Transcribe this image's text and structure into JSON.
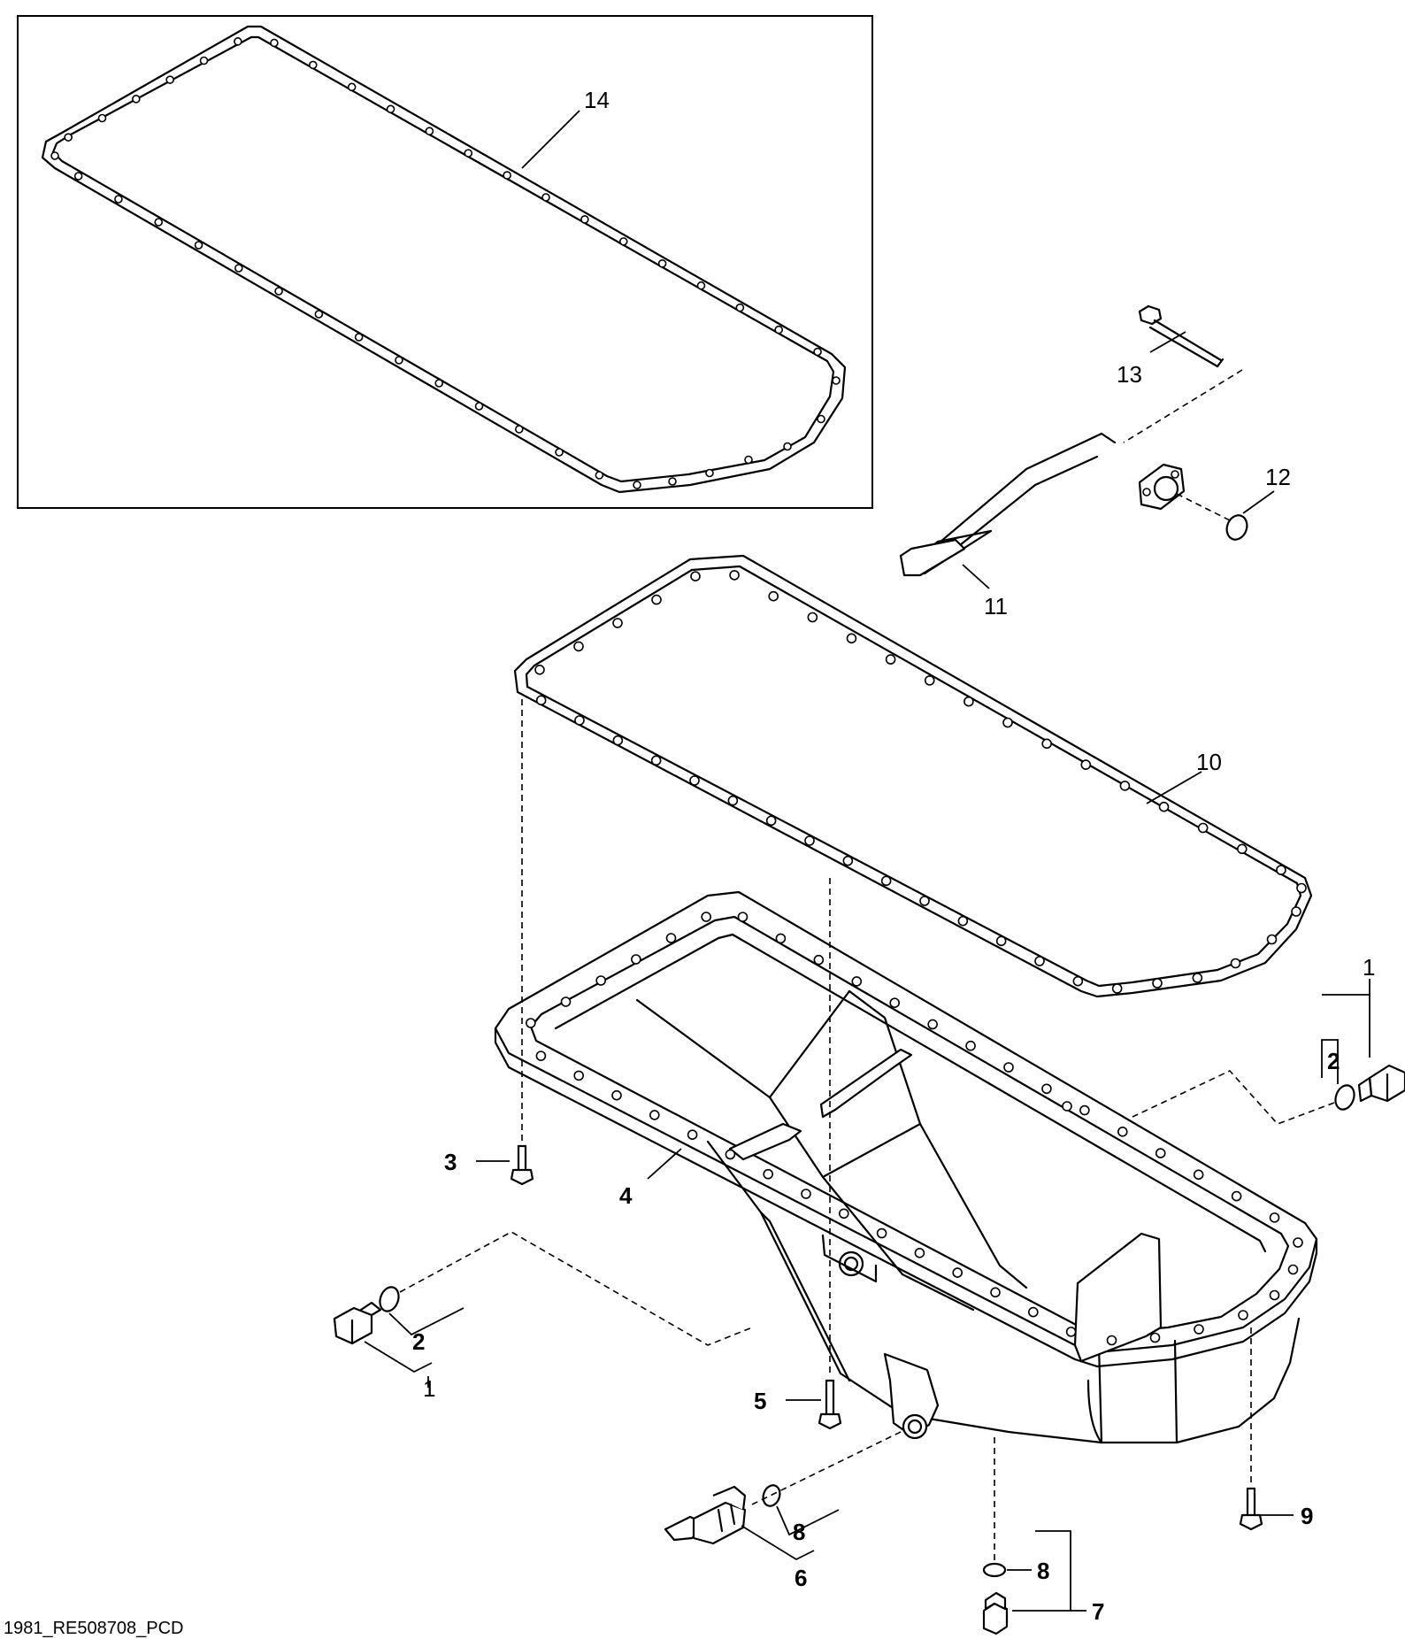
{
  "figure_id": "1981_RE508708_PCD",
  "callouts": {
    "c1a": "1",
    "c1b": "1",
    "c2a": "2",
    "c2b": "2",
    "c3": "3",
    "c4": "4",
    "c5": "5",
    "c6": "6",
    "c7": "7",
    "c8a": "8",
    "c8b": "8",
    "c9": "9",
    "c10": "10",
    "c11": "11",
    "c12": "12",
    "c13": "13",
    "c14": "14"
  }
}
